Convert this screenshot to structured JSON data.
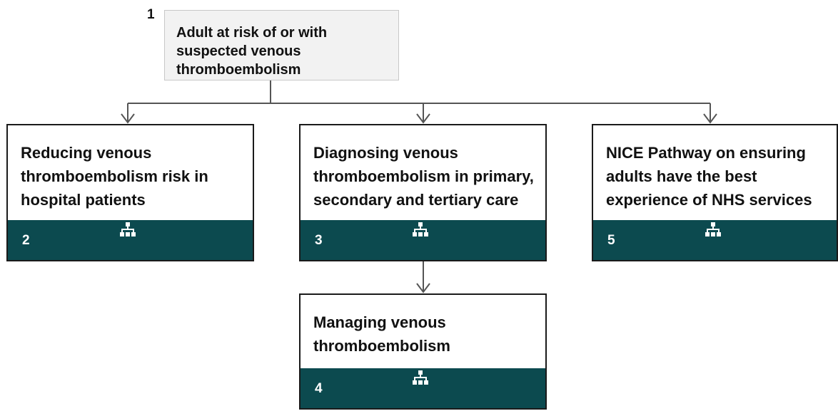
{
  "start": {
    "number": "1",
    "text": "Adult at risk of or with suspected venous thromboembolism"
  },
  "cards": [
    {
      "number": "2",
      "title": "Reducing venous thromboembolism risk in hospital patients",
      "icon": "hierarchy-icon"
    },
    {
      "number": "3",
      "title": "Diagnosing venous thromboembolism in primary, secondary and tertiary care",
      "icon": "hierarchy-icon"
    },
    {
      "number": "4",
      "title": "Managing venous thromboembolism",
      "icon": "hierarchy-icon"
    },
    {
      "number": "5",
      "title": "NICE Pathway on ensuring adults have the best experience of NHS services",
      "icon": "hierarchy-icon"
    }
  ],
  "colors": {
    "footer": "#0c4a4f",
    "start_box": "#f2f2f2",
    "connector": "#555555"
  }
}
